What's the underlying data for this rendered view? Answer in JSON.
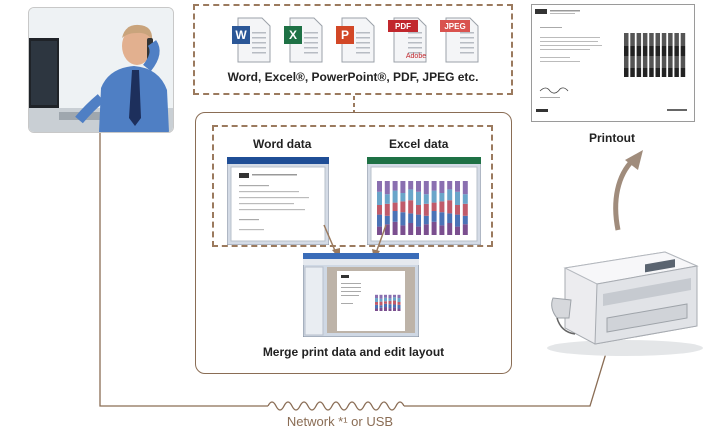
{
  "file_types": {
    "caption": "Word, Excel®, PowerPoint®, PDF, JPEG etc.",
    "icons": [
      {
        "name": "word-file-icon",
        "tag": "W",
        "color": "#2b5797"
      },
      {
        "name": "excel-file-icon",
        "tag": "X",
        "color": "#1e7145"
      },
      {
        "name": "powerpoint-file-icon",
        "tag": "P",
        "color": "#d24726"
      },
      {
        "name": "pdf-file-icon",
        "tag": "PDF",
        "sub": "Adobe",
        "color": "#c1272d"
      },
      {
        "name": "jpeg-file-icon",
        "tag": "JPEG",
        "color": "#d9534f"
      }
    ]
  },
  "merge": {
    "word_label": "Word data",
    "excel_label": "Excel data",
    "caption": "Merge print data and edit layout"
  },
  "printout_label": "Printout",
  "network_label": "Network *¹ or USB",
  "colors": {
    "line": "#8a6d55",
    "dashed_border": "#9b7a5e",
    "arrow": "#a08c7c"
  }
}
